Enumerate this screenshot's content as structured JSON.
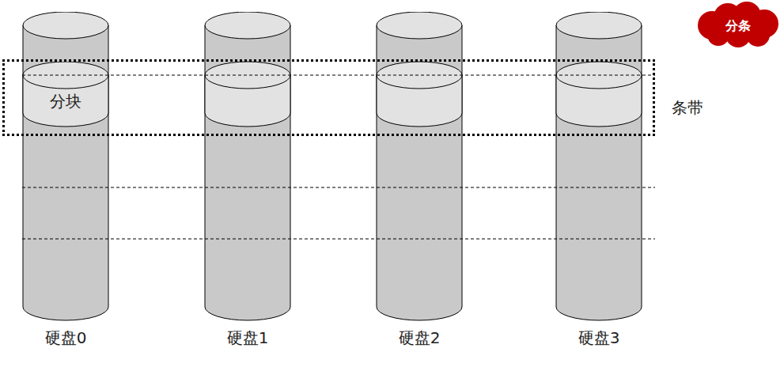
{
  "diagram": {
    "nodes": [
      {
        "text": [
          "硬盘0"
        ]
      },
      {
        "text": [
          "分块"
        ],
        "in": 0
      },
      {
        "text": [
          "硬盘1"
        ]
      },
      {
        "text": [
          "硬盘2"
        ]
      },
      {
        "text": [
          "硬盘3"
        ]
      },
      {
        "text": [
          "条带"
        ]
      },
      {
        "text": [
          "分条"
        ]
      }
    ]
  }
}
